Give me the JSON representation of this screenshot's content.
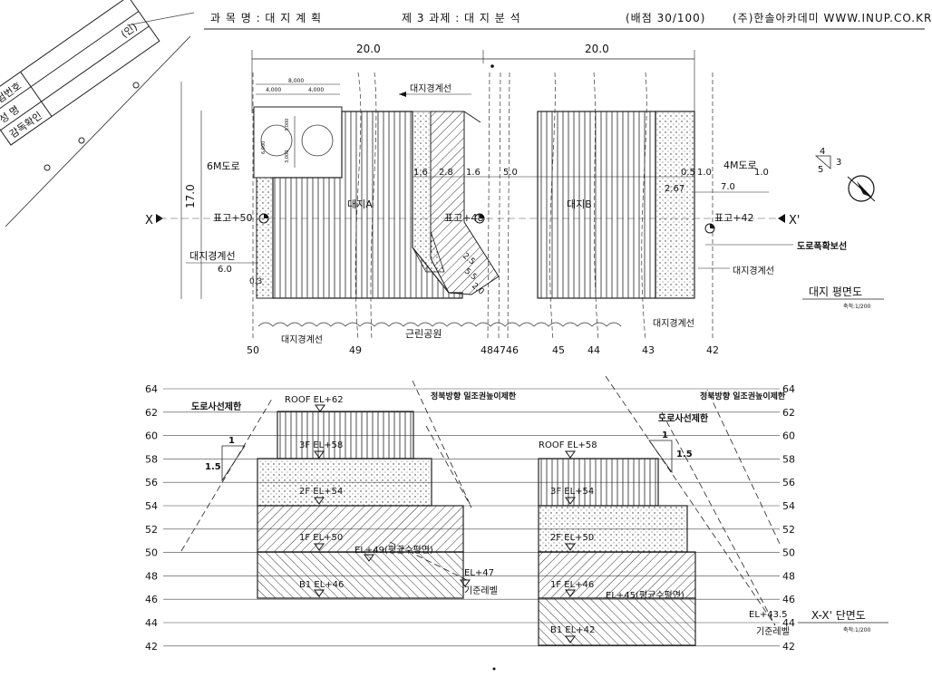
{
  "header": {
    "subject": "과 목 명 : 대 지 계 획",
    "assignment": "제 3 과제 : 대 지 분 석",
    "score": "(배점  30/100)",
    "company": "(주)한솔아카데미  WWW.INUP.CO.KR"
  },
  "stamp_box": {
    "exam_no": "수험번호",
    "name": "성    명",
    "seal": "(인)",
    "supervisor": "감독확인"
  },
  "plan": {
    "title": "대지  평면도",
    "scale": "축척:1/200",
    "dim_left": "20.0",
    "dim_right": "20.0",
    "dim_height": "17.0",
    "dim_8000": "8,000",
    "dim_4000a": "4,000",
    "dim_4000b": "4,000",
    "dim_3000a": "3,000",
    "dim_3000b": "3,000",
    "dim_6000": "6,000",
    "site_a": "대지A",
    "site_b": "대지B",
    "road_6m": "6M도로",
    "road_4m": "4M도로",
    "level_50": "표고+50",
    "level_48": "표고+48",
    "level_42": "표고+42",
    "boundary": "대지경계선",
    "road_widening": "도로폭확보선",
    "park": "근린공원",
    "d16a": "1.6",
    "d28": "2.8",
    "d16b": "1.6",
    "d50": "5.0",
    "d05": "0.5",
    "d10a": "1.0",
    "d10b": "1.0",
    "d70": "7.0",
    "d267": "2.67",
    "d60": "6.0",
    "d03": "0.3",
    "d25": "2.5",
    "d55": "5.5",
    "d20": "2.0",
    "x_left": "X",
    "x_right": "X'",
    "slope_4": "4",
    "slope_5": "5",
    "slope_3": "3",
    "contours": [
      "50",
      "49",
      "48",
      "47",
      "46",
      "45",
      "44",
      "43",
      "42"
    ],
    "contour_merged": "484746"
  },
  "section": {
    "title": "X-X'  단면도",
    "scale": "축척:1/200",
    "levels": [
      "64",
      "62",
      "60",
      "58",
      "56",
      "54",
      "52",
      "50",
      "48",
      "46",
      "44",
      "42"
    ],
    "road_slant_left": "도로사선제한",
    "road_slant_right": "도로사선제한",
    "sun_left": "정북방향 일조권높이제한",
    "sun_right": "정북방향 일조권높이제한",
    "a_roof": "ROOF EL+62",
    "a_3f": "3F EL+58",
    "a_2f": "2F EL+54",
    "a_1f": "1F EL+50",
    "a_b1": "B1 EL+46",
    "a_avg": "EL+49(평균수평면)",
    "a_ref": "EL+47",
    "a_base": "기준레벨",
    "b_roof": "ROOF EL+58",
    "b_3f": "3F EL+54",
    "b_2f": "2F EL+50",
    "b_1f": "1F EL+46",
    "b_b1": "B1 EL+42",
    "b_avg": "EL+45(평균수평면)",
    "b_ref": "EL+43.5",
    "b_base": "기준레벨",
    "slope_1a": "1",
    "slope_15a": "1.5",
    "slope_1b": "1",
    "slope_15b": "1.5"
  }
}
